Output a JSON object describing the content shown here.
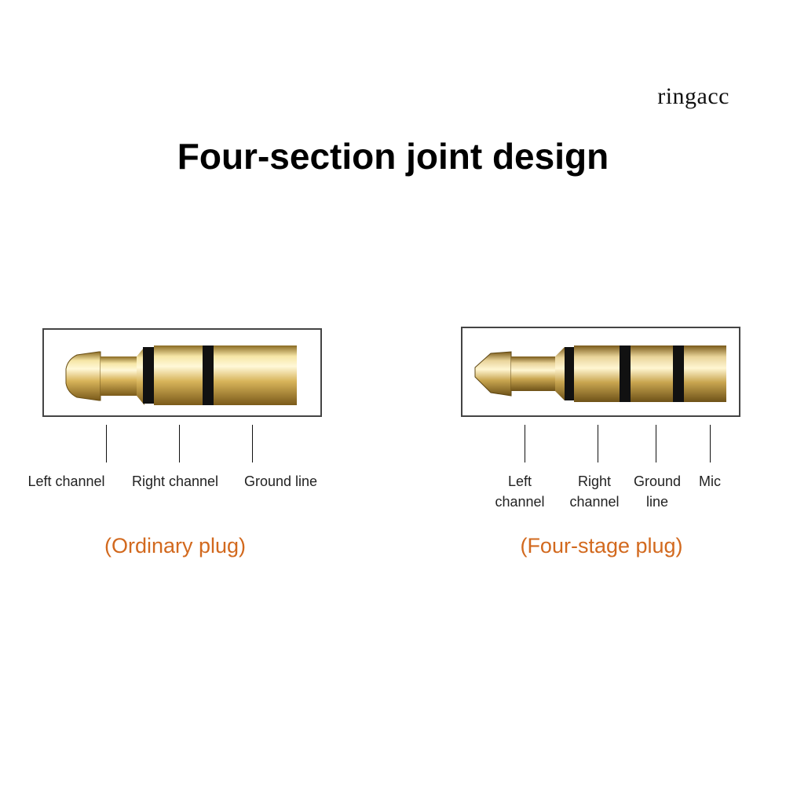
{
  "watermark": "ringacc",
  "title": "Four-section joint design",
  "colors": {
    "caption": "#d2691e",
    "gold_light": "#f6e6a6",
    "gold_mid": "#d8b45a",
    "gold_dark": "#8a6a22",
    "band": "#111111"
  },
  "ordinary_plug": {
    "labels": [
      "Left channel",
      "Right channel",
      "Ground line"
    ],
    "caption": "(Ordinary plug)"
  },
  "four_stage_plug": {
    "labels": [
      "Left channel",
      "Right channel",
      "Ground line",
      "Mic"
    ],
    "caption": "(Four-stage plug)"
  }
}
